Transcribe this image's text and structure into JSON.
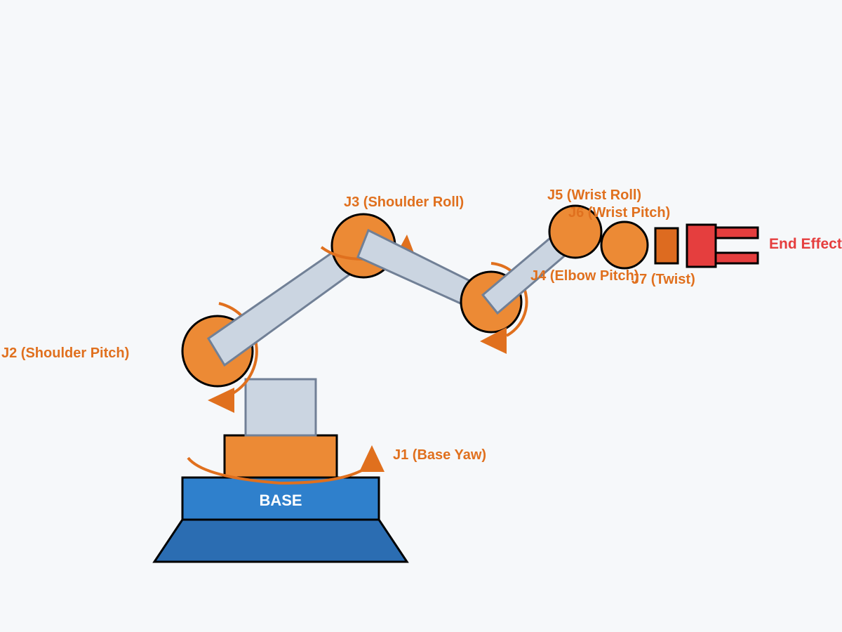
{
  "colors": {
    "background": "#f6f8fa",
    "joint": "#ec8a35",
    "joint_label": "#e0701e",
    "link": "#cbd5e1",
    "link_stroke": "#718096",
    "base_top": "#2f80cc",
    "base_bottom": "#2b6db2",
    "end_effector": "#e53e3e",
    "wrist_block": "#dd6b20",
    "outline": "#000000"
  },
  "icons": {
    "rotation_arrow": "curved-arrow-icon"
  },
  "labels": {
    "base": "BASE",
    "j1": "J1 (Base Yaw)",
    "j2": "J2 (Shoulder Pitch)",
    "j3": "J3 (Shoulder Roll)",
    "j4": "J4 (Elbow Pitch)",
    "j5": "J5 (Wrist Roll)",
    "j6": "J6 (Wrist Pitch)",
    "j7": "J7 (Twist)",
    "end_effector": "End Effector"
  }
}
